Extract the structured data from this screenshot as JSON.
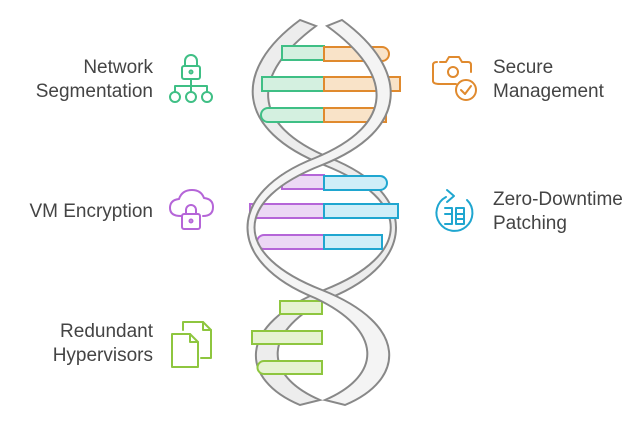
{
  "items": [
    {
      "id": "network",
      "lines": [
        "Network",
        "Segmentation"
      ],
      "icon": "network-lock-icon",
      "color": "#3fbf85"
    },
    {
      "id": "secure",
      "lines": [
        "Secure",
        "Management"
      ],
      "icon": "camera-check-icon",
      "color": "#e08a2e"
    },
    {
      "id": "vm",
      "lines": [
        "VM Encryption"
      ],
      "icon": "cloud-lock-icon",
      "color": "#b565d8"
    },
    {
      "id": "zero",
      "lines": [
        "Zero-Downtime",
        "Patching"
      ],
      "icon": "refresh-patch-icon",
      "color": "#1fa6d0"
    },
    {
      "id": "redundant",
      "lines": [
        "Redundant",
        "Hypervisors"
      ],
      "icon": "documents-icon",
      "color": "#8ec63f"
    }
  ]
}
